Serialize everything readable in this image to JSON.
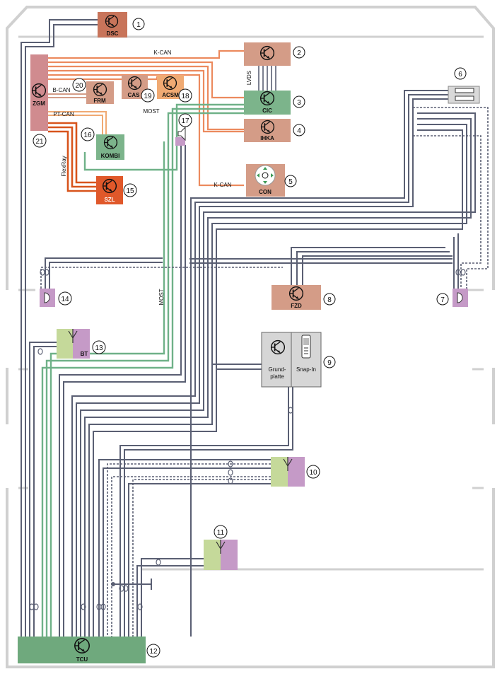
{
  "colors": {
    "dsc": "#c8745a",
    "zgm": "#d08b8f",
    "standard": "#d49c87",
    "cic": "#7cb48b",
    "kombi": "#7cb48b",
    "acsm": "#f0aa73",
    "szl": "#e0582a",
    "speaker": "#c59ac7",
    "antenna_left": "#c5d99a",
    "antenna_right": "#c59ac7",
    "tcu": "#6fa97d",
    "base_plate": "#d6d6d6",
    "wire_gray": "#5a5f73",
    "wire_orange": "#ec8a5e",
    "wire_green": "#6fb188",
    "wire_darkorange": "#d8541c"
  },
  "modules": {
    "dsc": {
      "label": "DSC",
      "num": "1",
      "icon": "transistor-icon"
    },
    "cid": {
      "label": "",
      "num": "2",
      "icon": "transistor-icon"
    },
    "cic": {
      "label": "CIC",
      "num": "3",
      "icon": "transistor-icon"
    },
    "ihka": {
      "label": "IHKA",
      "num": "4",
      "icon": "transistor-icon"
    },
    "con": {
      "label": "CON",
      "num": "5",
      "icon": "controller-icon"
    },
    "fuse": {
      "label": "",
      "num": "6",
      "icon": "fuse-icon"
    },
    "mic_right": {
      "label": "",
      "num": "7",
      "icon": "microphone-icon"
    },
    "fzd": {
      "label": "FZD",
      "num": "8",
      "icon": "transistor-icon"
    },
    "base": {
      "label_line1": "Grund-",
      "label_line2": "platte",
      "snap_label": "Snap-In",
      "num": "9",
      "icon": "phone-icon"
    },
    "antenna10": {
      "label": "",
      "num": "10",
      "icon": "antenna-icon"
    },
    "antenna11": {
      "label": "",
      "num": "11",
      "icon": "antenna-icon"
    },
    "tcu": {
      "label": "TCU",
      "num": "12",
      "icon": "transistor-icon"
    },
    "bt": {
      "label": "BT",
      "num": "13",
      "icon": "antenna-icon"
    },
    "mic_left": {
      "label": "",
      "num": "14",
      "icon": "microphone-icon"
    },
    "szl": {
      "label": "SZL",
      "num": "15",
      "icon": "transistor-icon"
    },
    "kombi": {
      "label": "KOMBI",
      "num": "16",
      "icon": "transistor-icon"
    },
    "speaker": {
      "label": "",
      "num": "17",
      "icon": "speaker-icon"
    },
    "acsm": {
      "label": "ACSM",
      "num": "18",
      "icon": "transistor-icon"
    },
    "cas": {
      "label": "CAS",
      "num": "19",
      "icon": "transistor-icon"
    },
    "frm": {
      "label": "FRM",
      "num": "20",
      "icon": "transistor-icon"
    },
    "zgm": {
      "label": "ZGM",
      "num": "21",
      "icon": "transistor-icon"
    }
  },
  "bus_labels": {
    "kcan_top": "K-CAN",
    "kcan_con": "K-CAN",
    "bcan": "B-CAN",
    "ptcan": "PT-CAN",
    "most_top": "MOST",
    "most_vertical": "MOST",
    "lvds": "LVDS",
    "flexray": "FlexRay"
  }
}
